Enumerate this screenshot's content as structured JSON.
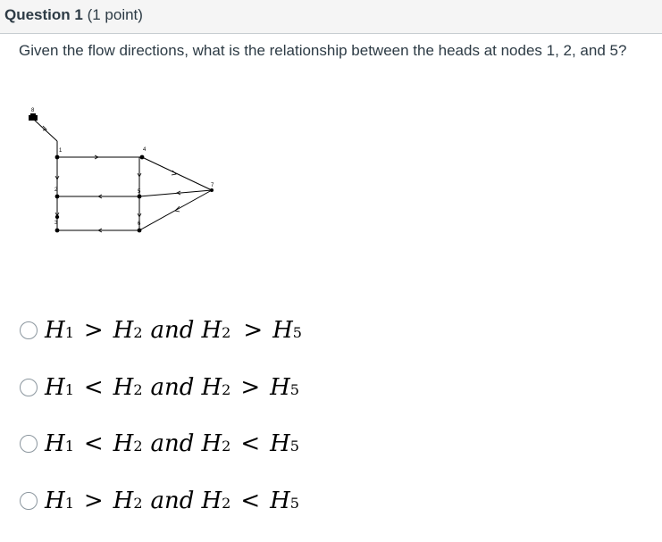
{
  "question": {
    "title_bold": "Question 1",
    "title_points": " (1 point)",
    "text": "Given the flow directions, what is the relationship between the heads at nodes 1, 2, and 5?"
  },
  "network": {
    "node_labels": [
      "8",
      "1",
      "4",
      "2",
      "5",
      "7",
      "3",
      "6"
    ],
    "icon": "pipe-network-diagram"
  },
  "answers": [
    {
      "a": "H",
      "a_sub": "1",
      "op1": ">",
      "b": "H",
      "b_sub": "2",
      "and": "and",
      "c": "H",
      "c_sub": "2",
      "op2": ">",
      "d": "H",
      "d_sub": "5"
    },
    {
      "a": "H",
      "a_sub": "1",
      "op1": "<",
      "b": "H",
      "b_sub": "2",
      "and": "and",
      "c": "H",
      "c_sub": "2",
      "op2": ">",
      "d": "H",
      "d_sub": "5"
    },
    {
      "a": "H",
      "a_sub": "1",
      "op1": "<",
      "b": "H",
      "b_sub": "2",
      "and": "and",
      "c": "H",
      "c_sub": "2",
      "op2": "<",
      "d": "H",
      "d_sub": "5"
    },
    {
      "a": "H",
      "a_sub": "1",
      "op1": ">",
      "b": "H",
      "b_sub": "2",
      "and": "and",
      "c": "H",
      "c_sub": "2",
      "op2": "<",
      "d": "H",
      "d_sub": "5"
    }
  ]
}
